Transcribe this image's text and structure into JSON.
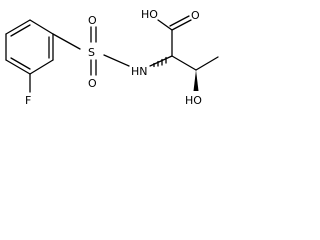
{
  "molecule": {
    "labels": {
      "fluorine": "F",
      "sulfur": "S",
      "oxygen_top": "O",
      "oxygen_bottom": "O",
      "amine": "HN",
      "carboxyl_oh": "HO",
      "carboxyl_o": "O",
      "hydroxyl": "HO"
    }
  }
}
